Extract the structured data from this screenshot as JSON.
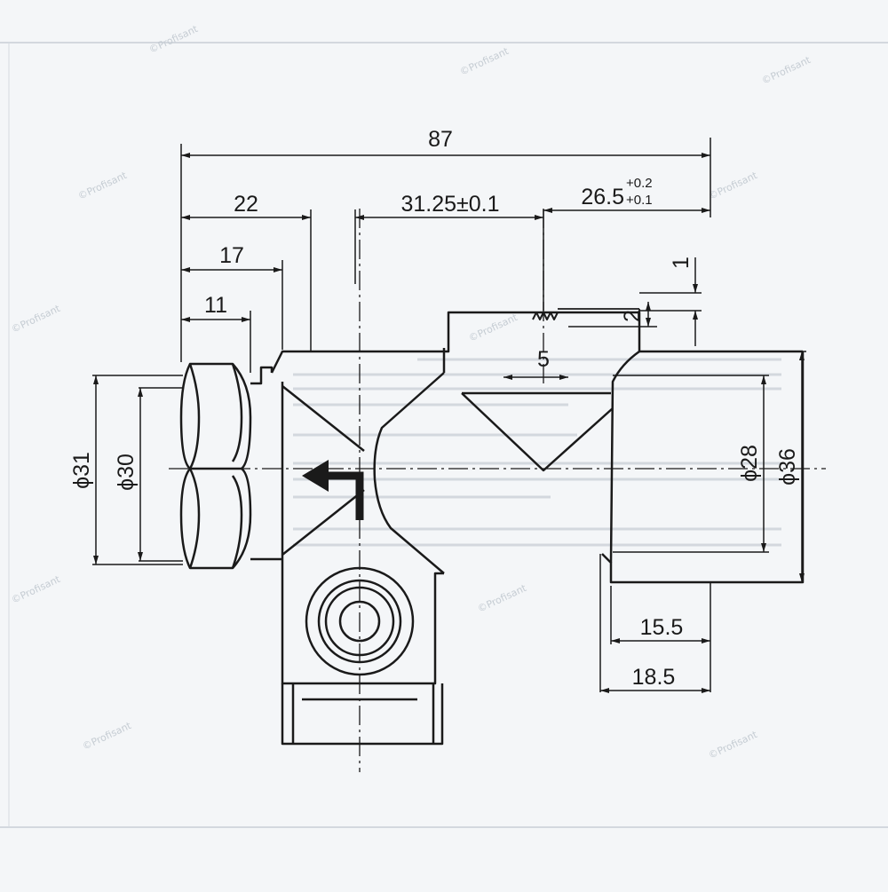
{
  "watermark": "©Profisant",
  "dimensions": {
    "overall_length": "87",
    "left_to_branch": "22",
    "nut_depth": "17",
    "nut_width": "11",
    "center_spacing": "31.25±0.1",
    "right_segment": "26.5",
    "tol_upper": "+0.2",
    "tol_lower": "+0.1",
    "groove_depth": "1",
    "groove_pitch": "2",
    "thread_len": "5",
    "dia_left_outer": "ϕ31",
    "dia_left_inner": "ϕ30",
    "dia_right_inner": "ϕ28",
    "dia_right_outer": "ϕ36",
    "right_bore": "15.5",
    "right_thread": "18.5"
  },
  "colors": {
    "ink": "#1a1a1a",
    "paper": "#f4f6f8",
    "faint": "#c8ced6"
  },
  "icons": [
    "flow-direction-arrow"
  ]
}
